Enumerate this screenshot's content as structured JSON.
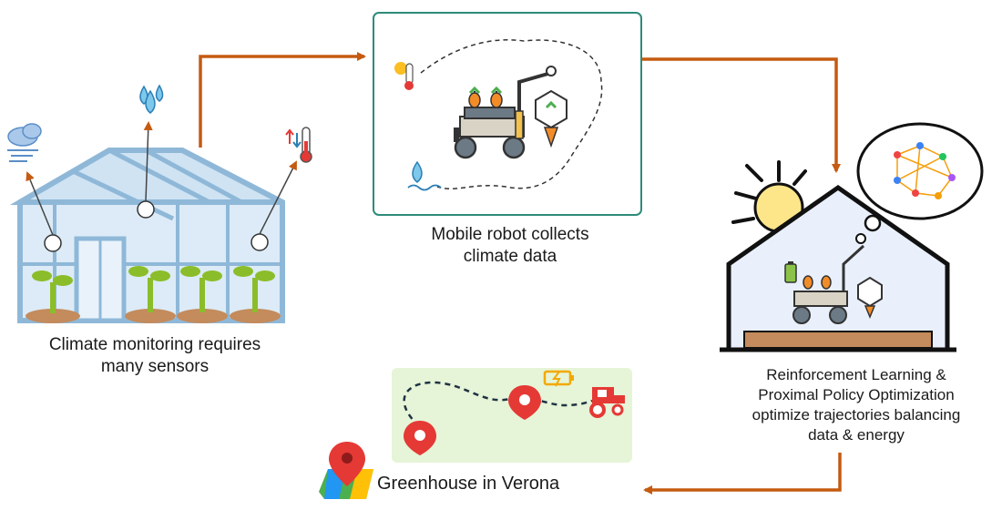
{
  "labels": {
    "monitoring": [
      "Climate monitoring requires",
      "many sensors"
    ],
    "robot": [
      "Mobile robot collects",
      "climate data"
    ],
    "rl": [
      "Reinforcement Learning &",
      "Proximal Policy Optimization",
      "optimize trajectories balancing",
      "data & energy"
    ],
    "verona": "Greenhouse in Verona"
  },
  "colors": {
    "arrow": "#c55a11",
    "greenhouse_frame": "#8fb8d8",
    "glass": "#dcebf7",
    "robot_box_border": "#2e8b7a",
    "map_bg": "#e6f4d7",
    "pin_red": "#e53935",
    "house_outline": "#111111",
    "soil": "#c48b5c"
  },
  "icons": {
    "sensors": [
      "wind-cloud-icon",
      "humidity-icon",
      "temperature-icon"
    ],
    "robot_box": [
      "temperature-sun-icon",
      "water-icon",
      "harvest-robot-icon"
    ],
    "map": [
      "location-pin-icon",
      "battery-charging-icon",
      "tractor-icon"
    ],
    "house": [
      "sun-icon",
      "brain-network-icon",
      "harvest-robot-icon",
      "battery-icon"
    ]
  }
}
